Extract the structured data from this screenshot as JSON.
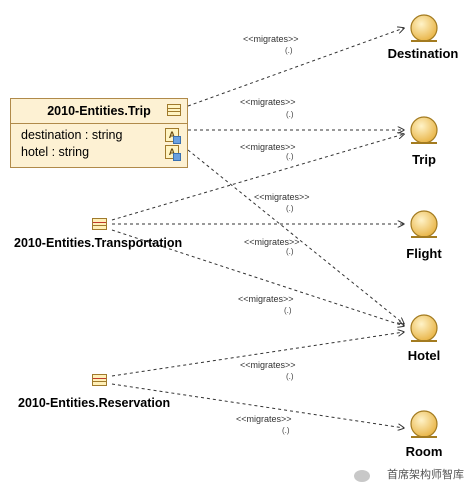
{
  "source_class": {
    "name": "2010-Entities.Trip",
    "attributes": [
      "destination : string",
      "hotel : string"
    ]
  },
  "packages": [
    {
      "name": "2010-Entities.Transportation"
    },
    {
      "name": "2010-Entities.Reservation"
    }
  ],
  "targets": [
    {
      "name": "Destination"
    },
    {
      "name": "Trip"
    },
    {
      "name": "Flight"
    },
    {
      "name": "Hotel"
    },
    {
      "name": "Room"
    }
  ],
  "edge_label": "<<migrates>>",
  "edge_sub_label": "(.)",
  "watermark": "首席架构师智库",
  "colors": {
    "class_fill": "#fdf1d3",
    "class_border": "#b08a4a",
    "target_fill": "#f3c96a",
    "target_border": "#a37b20",
    "edge": "#333333"
  }
}
